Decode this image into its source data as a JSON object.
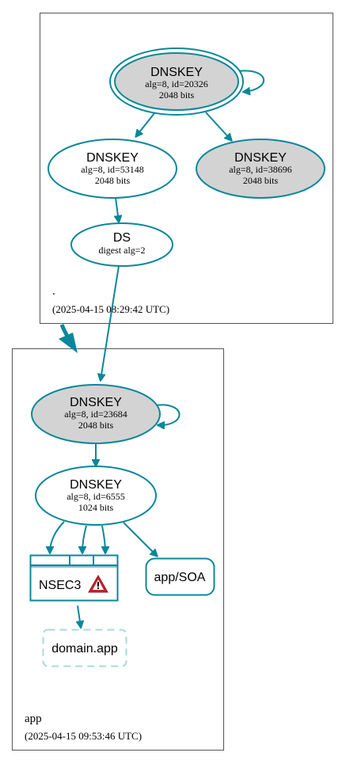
{
  "zones": {
    "root": {
      "name": ".",
      "timestamp": "(2025-04-15 08:29:42 UTC)"
    },
    "app": {
      "name": "app",
      "timestamp": "(2025-04-15 09:53:46 UTC)"
    }
  },
  "nodes": {
    "root_ksk": {
      "title": "DNSKEY",
      "line1": "alg=8, id=20326",
      "line2": "2048 bits"
    },
    "root_zsk_53148": {
      "title": "DNSKEY",
      "line1": "alg=8, id=53148",
      "line2": "2048 bits"
    },
    "root_key_38696": {
      "title": "DNSKEY",
      "line1": "alg=8, id=38696",
      "line2": "2048 bits"
    },
    "app_ds": {
      "title": "DS",
      "line1": "digest alg=2"
    },
    "app_ksk": {
      "title": "DNSKEY",
      "line1": "alg=8, id=23684",
      "line2": "2048 bits"
    },
    "app_zsk": {
      "title": "DNSKEY",
      "line1": "alg=8, id=6555",
      "line2": "1024 bits"
    },
    "nsec3": {
      "title": "NSEC3",
      "warning_icon": "warning-triangle-icon"
    },
    "app_soa": {
      "title": "app/SOA"
    },
    "domain_app": {
      "title": "domain.app"
    }
  },
  "colors": {
    "edge": "#0a879a",
    "node_fill_gray": "#d3d3d3",
    "node_dashed": "#a8d8dc",
    "warning": "#c8232c"
  }
}
